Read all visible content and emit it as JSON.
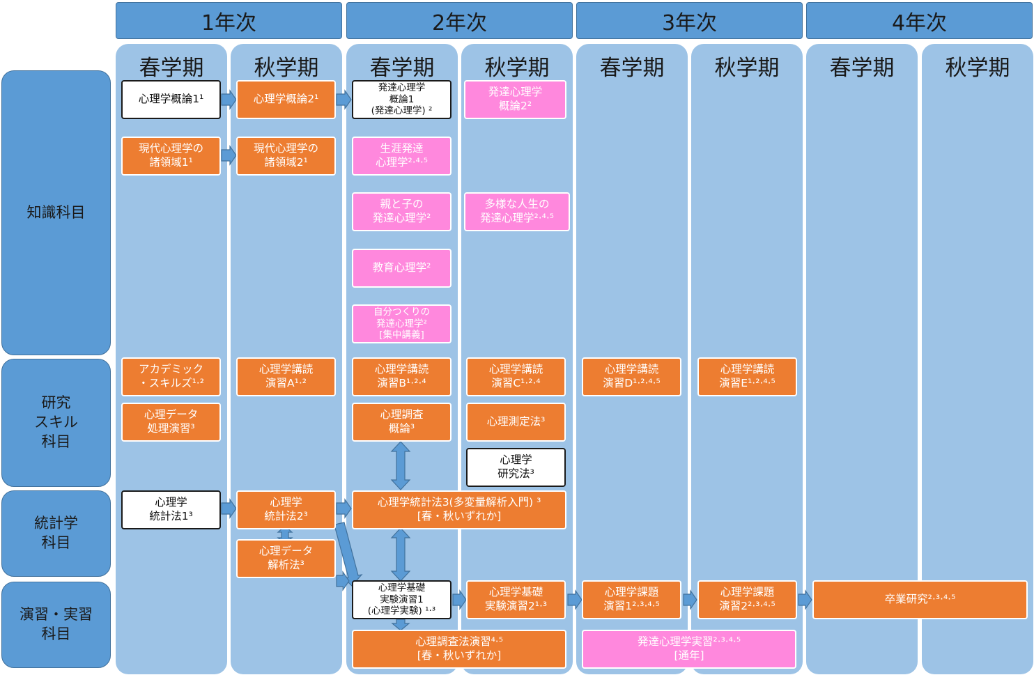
{
  "years": [
    "1年次",
    "2年次",
    "3年次",
    "4年次"
  ],
  "semesters": [
    "春学期",
    "秋学期",
    "春学期",
    "秋学期",
    "春学期",
    "秋学期",
    "春学期",
    "秋学期"
  ],
  "categories": {
    "knowledge": "知識科目",
    "research": "研究\nスキル\n科目",
    "statistics": "統計学\n科目",
    "practice": "演習・実習\n科目"
  },
  "courses": {
    "gairon1": "心理学概論1¹",
    "gairon2": "心理学概論2¹",
    "hattatsu_gairon1": "発達心理学\n概論1\n(発達心理学) ²",
    "hattatsu_gairon2": "発達心理学\n概論2²",
    "gendai1": "現代心理学の\n諸領域1¹",
    "gendai2": "現代心理学の\n諸領域2¹",
    "shogai": "生涯発達\n心理学²·⁴·⁵",
    "oyako": "親と子の\n発達心理学²",
    "tayou": "多様な人生の\n発達心理学²·⁴·⁵",
    "kyouiku": "教育心理学²",
    "jibun": "自分つくりの\n発達心理学²\n[集中講義]",
    "academic": "アカデミック\n・スキルズ¹·²",
    "kodoku_a": "心理学講読\n演習A¹·²",
    "kodoku_b": "心理学講読\n演習B¹·²·⁴",
    "kodoku_c": "心理学講読\n演習C¹·²·⁴",
    "kodoku_d": "心理学講読\n演習D¹·²·⁴·⁵",
    "kodoku_e": "心理学講読\n演習E¹·²·⁴·⁵",
    "data_shori": "心理データ\n処理演習³",
    "chousa_gairon": "心理調査\n概論³",
    "sokutei": "心理測定法³",
    "kenkyuho": "心理学\n研究法³",
    "toukei1": "心理学\n統計法1³",
    "toukei2": "心理学\n統計法2³",
    "toukei3": "心理学統計法3(多変量解析入門) ³\n[春・秋いずれか]",
    "data_kaiseki": "心理データ\n解析法³",
    "kiso1": "心理学基礎\n実験演習1\n(心理学実験) ¹·³",
    "kiso2": "心理学基礎\n実験演習2¹·³",
    "kadai1": "心理学課題\n演習1²·³·⁴·⁵",
    "kadai2": "心理学課題\n演習2²·³·⁴·⁵",
    "sotsugyo": "卒業研究²·³·⁴·⁵",
    "chousaho": "心理調査法演習⁴·⁵\n[春・秋いずれか]",
    "jisshu": "発達心理学実習²·³·⁴·⁵\n[通年]"
  },
  "colors": {
    "header_blue": "#5b9bd5",
    "column_blue": "#9dc3e6",
    "orange": "#ed7d31",
    "pink": "#ff88dd",
    "white": "#ffffff"
  }
}
